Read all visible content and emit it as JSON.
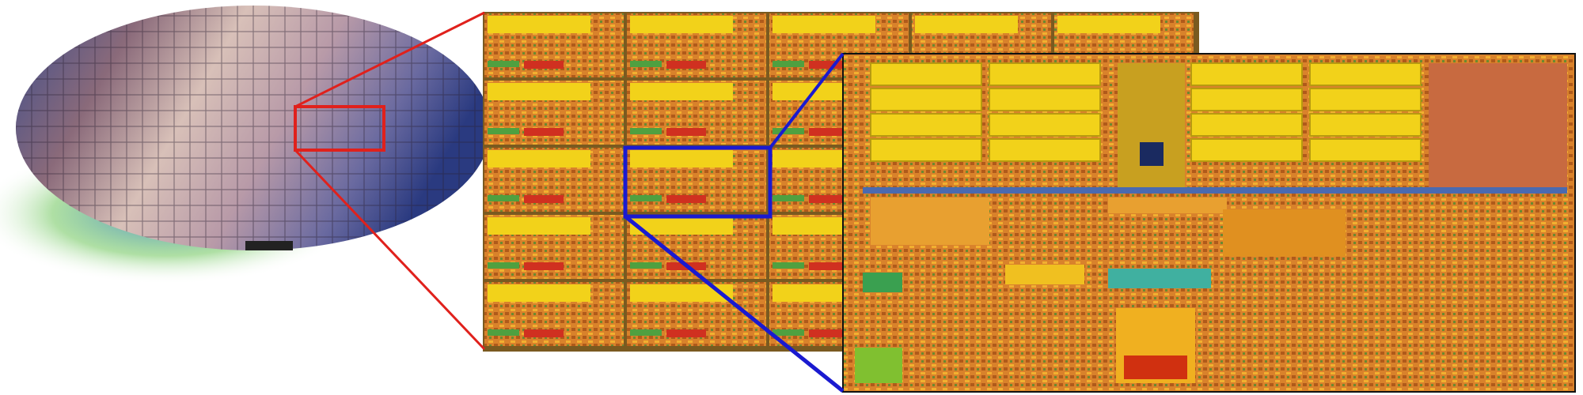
{
  "colors": {
    "background": "#ffffff",
    "wafer_highlight": "#e8d0c4",
    "wafer_edge": "#3a4a8a",
    "glow_blue": "#3b7fd8",
    "glow_green": "#5fc04a",
    "zoom_box_red": "#e0211c",
    "zoom_box_blue": "#1a1ad0",
    "die_yellow": "#f2d21a",
    "die_orange": "#d9822b",
    "die_dark": "#3a2a10",
    "chip_border": "#111111"
  },
  "icons": [
    "wafer-image",
    "die-grid-image",
    "chip-die-image"
  ]
}
